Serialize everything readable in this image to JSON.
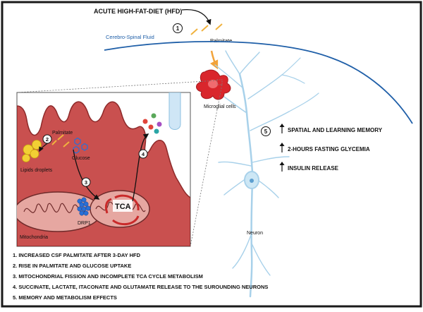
{
  "header": {
    "diet_label": "ACUTE HIGH-FAT-DIET (HFD)",
    "step1_number": "1",
    "palmitate_label": "Palmitate",
    "csf_label": "Cerebro-Spinal Fluid"
  },
  "neuron": {
    "microglia_label": "Microglial cells",
    "neuron_label": "Neuron"
  },
  "effects": {
    "step_number": "5",
    "items": [
      "SPATIAL AND LEARNING MEMORY",
      "2-HOURS FASTING GLYCEMIA",
      "INSULIN RELEASE"
    ]
  },
  "inset": {
    "palmitate_label": "Palmitate",
    "step2_number": "2",
    "lipids_label": "Lipids droplets",
    "glucose_label": "Glucose",
    "step3_number": "3",
    "step4_number": "4",
    "tca_label": "TCA",
    "drp1_label": "DRP1",
    "mitochondria_label": "Mitochondria"
  },
  "legend": {
    "items": [
      "1.  INCREASED CSF PALMITATE AFTER 3-DAY HFD",
      "2.  RISE IN PALMITATE AND GLUCOSE UPTAKE",
      "3.  MITOCHONDRIAL FISSION AND INCOMPLETE TCA CYCLE METABOLISM",
      "4.  SUCCINATE, LACTATE, ITACONATE AND GLUTAMATE RELEASE TO THE SUROUNDING NEURONS",
      "5.  MEMORY AND METABOLISM EFFECTS"
    ]
  },
  "colors": {
    "frame": "#1a1a1a",
    "csf_line": "#1f5fa8",
    "neuron": "#a8d1ea",
    "microglia": "#d9262c",
    "cell_fill": "#c9504f",
    "cell_stroke": "#8e2a2a",
    "mito_fill": "#e6a7a1",
    "drp1": "#2a6fd6",
    "lipid": "#f2cf34",
    "text": "#111111"
  }
}
